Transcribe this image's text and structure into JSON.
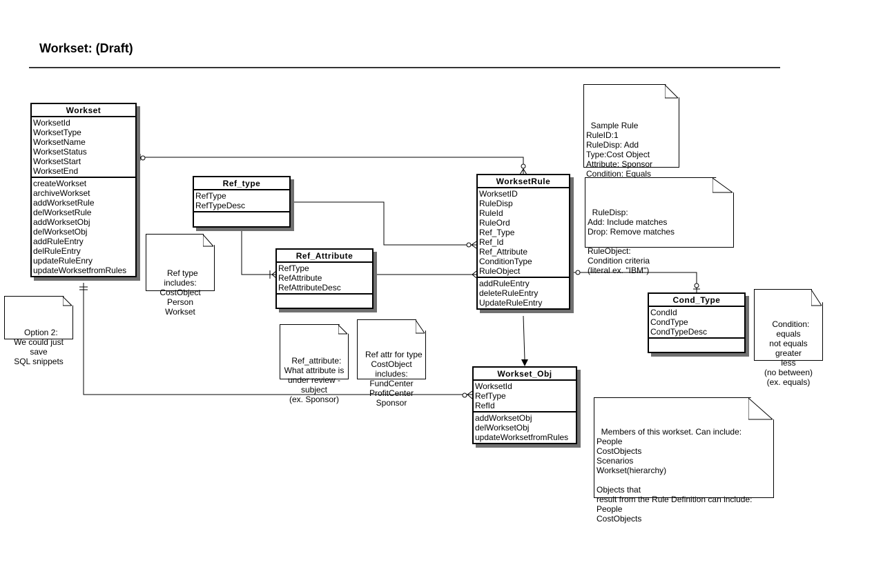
{
  "title": "Workset: (Draft)",
  "classes": {
    "workset": {
      "name": "Workset",
      "attributes": [
        "WorksetId",
        "WorksetType",
        "WorksetName",
        "WorksetStatus",
        "WorksetStart",
        "WorksetEnd"
      ],
      "operations": [
        "createWorkset",
        "archiveWorkset",
        "addWorksetRule",
        "delWorksetRule",
        "addWorksetObj",
        "delWorksetObj",
        "addRuleEntry",
        "delRuleEntry",
        "updateRuleEnry",
        "updateWorksetfromRules"
      ]
    },
    "ref_type": {
      "name": "Ref_type",
      "attributes": [
        "RefType",
        "RefTypeDesc"
      ],
      "operations": []
    },
    "ref_attribute": {
      "name": "Ref_Attribute",
      "attributes": [
        "RefType",
        "RefAttribute",
        "RefAttributeDesc"
      ],
      "operations": []
    },
    "workset_rule": {
      "name": "WorksetRule",
      "attributes": [
        "WorksetID",
        "RuleDisp",
        "RuleId",
        "RuleOrd",
        "Ref_Type",
        "Ref_Id",
        "Ref_Attribute",
        "ConditionType",
        "RuleObject"
      ],
      "operations": [
        "addRuleEntry",
        "deleteRuleEntry",
        "UpdateRuleEntry"
      ]
    },
    "cond_type": {
      "name": "Cond_Type",
      "attributes": [
        "CondId",
        "CondType",
        "CondTypeDesc"
      ],
      "operations": []
    },
    "workset_obj": {
      "name": "Workset_Obj",
      "attributes": [
        "WorksetId",
        "RefType",
        "RefId"
      ],
      "operations": [
        "addWorksetObj",
        "delWorksetObj",
        "updateWorksetfromRules"
      ]
    }
  },
  "notes": {
    "sample_rule": "Sample Rule\nRuleID:1\nRuleDisp: Add\nType:Cost Object\nAttribute: Sponsor\nCondition: Equals\nObject: \"IBM\"",
    "rule_disp": "RuleDisp:\nAdd: Include matches\nDrop: Remove matches\n\nRuleObject:\nCondition criteria\n(literal ex. \"IBM\")",
    "ref_type_note": "Ref type\nincludes:\nCostObject\nPerson\nWorkset",
    "option2": "Option 2:\nWe could just\nsave\nSQL snippets",
    "ref_attribute_note": "Ref_attribute:\nWhat attribute is\nunder review -\nsubject\n(ex. Sponsor)",
    "ref_attr_type_note": "Ref attr for type\nCostObject\nincludes:\nFundCenter\nProfitCenter\nSponsor",
    "condition_note": "Condition:\nequals\nnot equals\ngreater\nless\n(no between)\n(ex. equals)",
    "members_note": "Members of this workset. Can include:\nPeople\nCostObjects\nScenarios\nWorkset(hierarchy)\n\nObjects that\nresult from the Rule Definition can include:\nPeople\nCostObjects"
  }
}
